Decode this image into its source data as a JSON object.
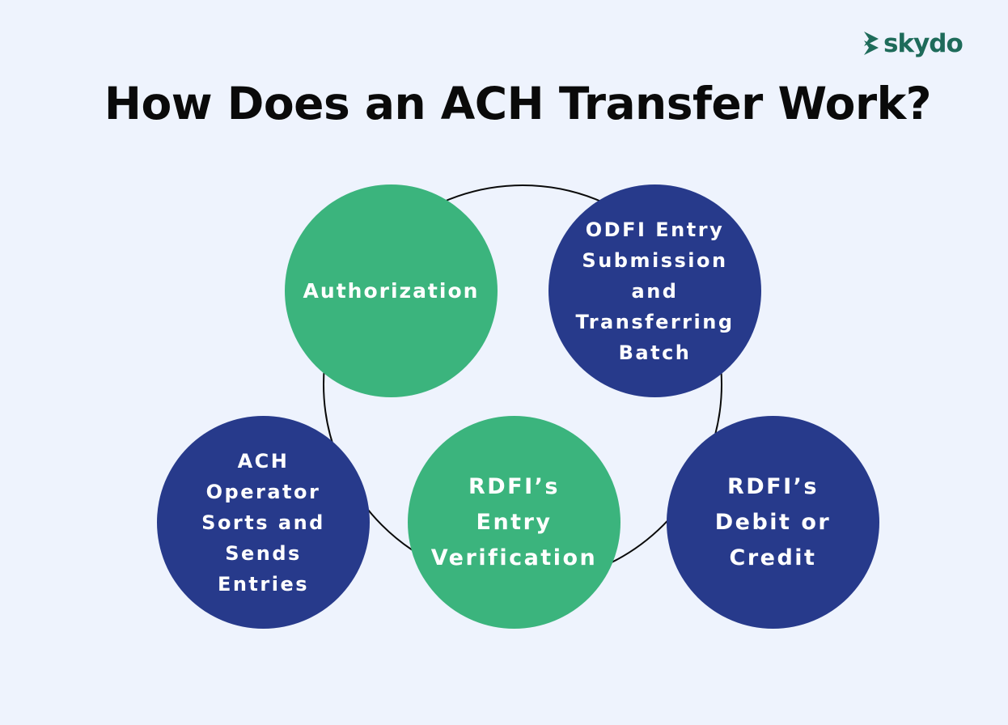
{
  "brand": {
    "logo_icon": "skydo-chevron-icon",
    "name": "skydo",
    "color": "#1e6b5a"
  },
  "title": "How Does an ACH Transfer Work?",
  "colors": {
    "background": "#eef3fd",
    "green": "#3bb47d",
    "navy": "#273a8b",
    "ring": "#0a0a0a"
  },
  "nodes": [
    {
      "lines": [
        "Authorization"
      ],
      "color": "green"
    },
    {
      "lines": [
        "ODFI Entry",
        "Submission",
        "and",
        "Transferring",
        "Batch"
      ],
      "color": "navy"
    },
    {
      "lines": [
        "ACH",
        "Operator",
        "Sorts and",
        "Sends",
        "Entries"
      ],
      "color": "navy"
    },
    {
      "lines": [
        "RDFI’s",
        "Entry",
        "Verification"
      ],
      "color": "green"
    },
    {
      "lines": [
        "RDFI’s",
        "Debit or",
        "Credit"
      ],
      "color": "navy"
    }
  ]
}
